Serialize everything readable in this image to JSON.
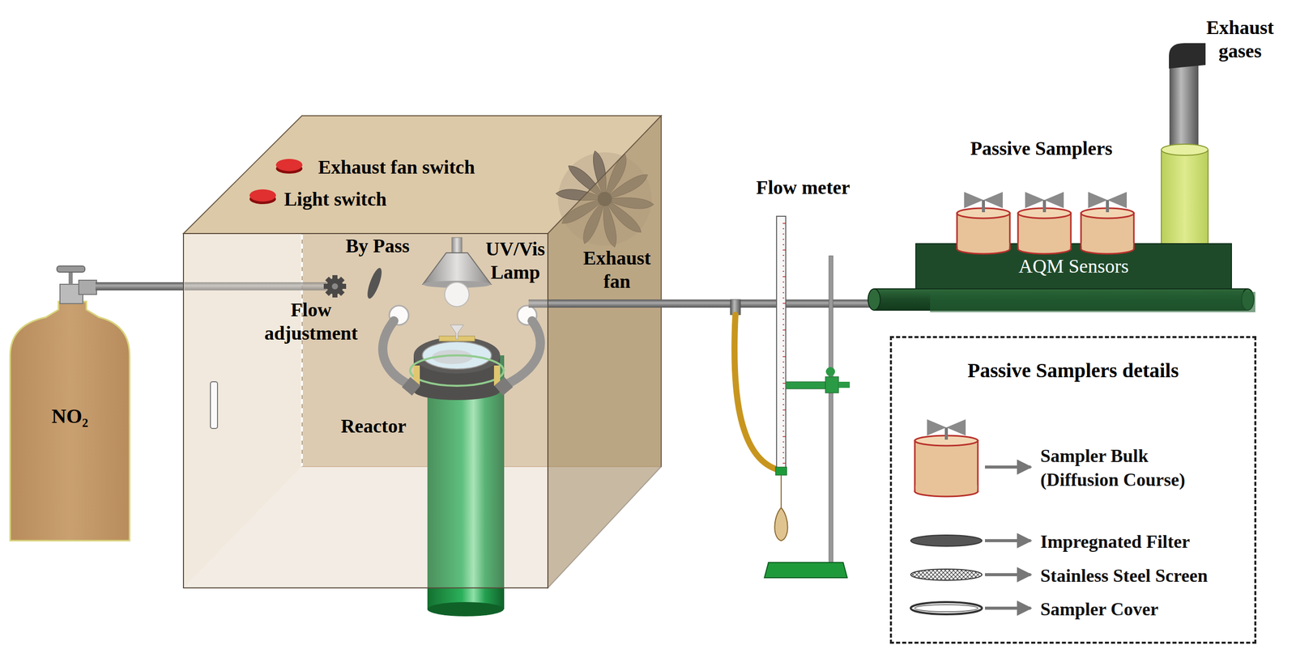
{
  "diagram": {
    "nodes": [
      {
        "text": [
          "NO₂"
        ]
      },
      {
        "text": [
          "AQM Sensors"
        ]
      },
      {
        "text": [
          "Passive Samplers details"
        ]
      }
    ],
    "labels": [
      "Exhaust fan switch",
      "Light switch",
      "By Pass",
      "UV/Vis Lamp",
      "Exhaust fan",
      "Flow adjustment",
      "Reactor",
      "Flow meter",
      "Passive Samplers",
      "Exhaust gases"
    ],
    "legend": [
      {
        "text": "Sampler Bulk (Diffusion Course)"
      },
      {
        "text": "Impregnated Filter"
      },
      {
        "text": "Stainless Steel Screen"
      },
      {
        "text": "Sampler Cover"
      }
    ]
  }
}
